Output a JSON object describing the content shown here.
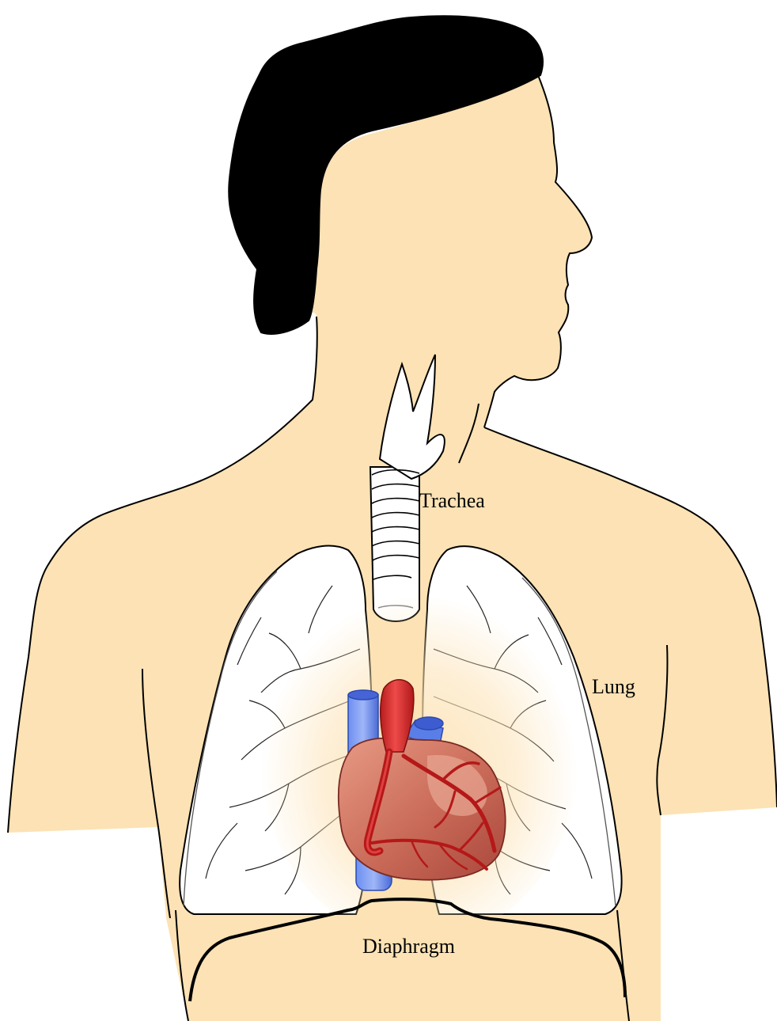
{
  "labels": {
    "trachea": "Trachea",
    "lung": "Lung",
    "diaphragm": "Diaphragm"
  },
  "colors": {
    "skin": "#fce2b4",
    "hair": "#000000",
    "outline": "#000000",
    "lung_fill": "#ffffff",
    "heart": "#c4604f",
    "heart_light": "#d98a74",
    "aorta": "#d42a2a",
    "coronary": "#b51818",
    "vena_cava": "#5a7ee8",
    "pulmonary": "#4f72e0"
  },
  "icons": {
    "figure": "human-torso-silhouette",
    "organ_heart": "heart-icon",
    "organ_lungs": "lungs-icon"
  }
}
